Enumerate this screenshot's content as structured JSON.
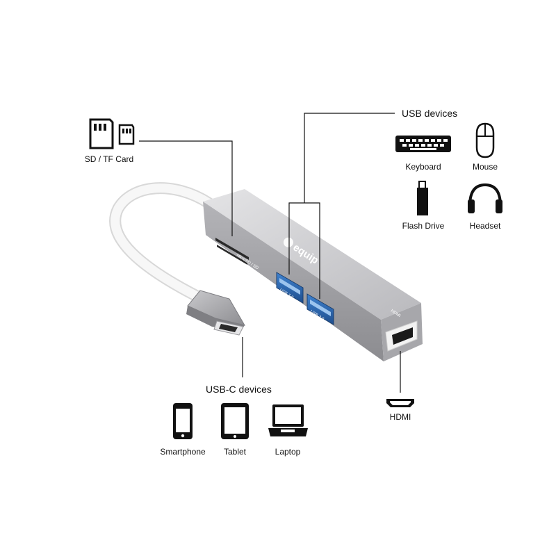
{
  "product": {
    "brand_logo_text": "equip",
    "port_labels": {
      "usb_1": "USB 3.0",
      "usb_2": "USB 3.0",
      "card_slot": "MicroSD / SD",
      "hdmi_side": "HDMI"
    }
  },
  "callouts": {
    "card": {
      "label": "SD / TF Card"
    },
    "usb": {
      "header": "USB devices",
      "devices": [
        {
          "label": "Keyboard",
          "icon": "keyboard-icon"
        },
        {
          "label": "Mouse",
          "icon": "mouse-icon"
        },
        {
          "label": "Flash Drive",
          "icon": "flash-drive-icon"
        },
        {
          "label": "Headset",
          "icon": "headset-icon"
        }
      ]
    },
    "usbc": {
      "header": "USB-C devices",
      "devices": [
        {
          "label": "Smartphone",
          "icon": "smartphone-icon"
        },
        {
          "label": "Tablet",
          "icon": "tablet-icon"
        },
        {
          "label": "Laptop",
          "icon": "laptop-icon"
        }
      ]
    },
    "hdmi": {
      "label": "HDMI",
      "icon": "hdmi-port-icon"
    }
  },
  "colors": {
    "body_light": "#d7d7d9",
    "body_dark": "#8e8e92",
    "port_blue": "#2f6fb8",
    "icon_black": "#111111",
    "cable_white": "#f4f4f4"
  }
}
